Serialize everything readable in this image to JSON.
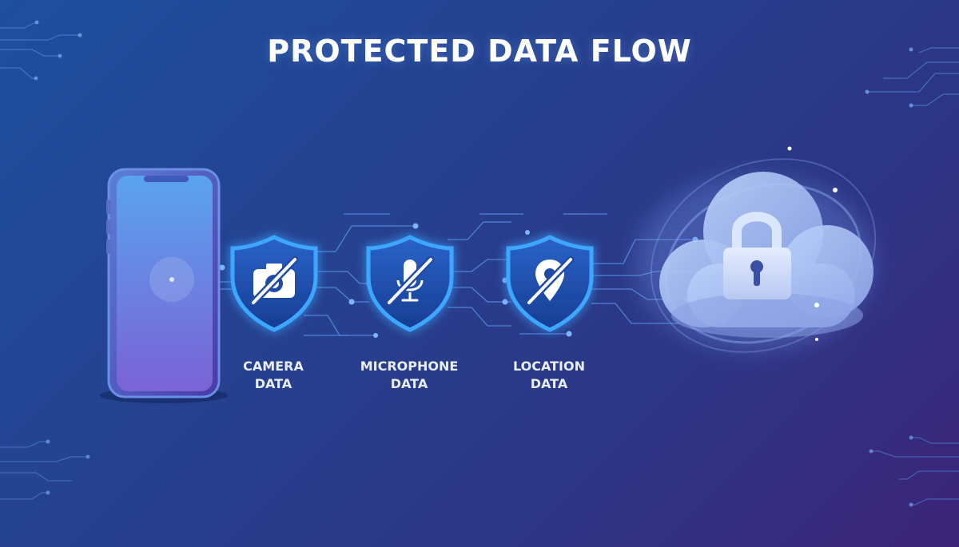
{
  "title": "PROTECTED DATA FLOW",
  "nodes": [
    {
      "line1": "CAMERA",
      "line2": "DATA",
      "icon": "camera-off-icon"
    },
    {
      "line1": "MICROPHONE",
      "line2": "DATA",
      "icon": "microphone-off-icon"
    },
    {
      "line1": "LOCATION",
      "line2": "DATA",
      "icon": "location-off-icon"
    }
  ],
  "colors": {
    "accent": "#3ea6ff",
    "shield_fill": "#1e4ca8",
    "cloud": "#a9c4f5",
    "phone_screen_top": "#5aa3ee",
    "phone_screen_bottom": "#7a63d6"
  }
}
